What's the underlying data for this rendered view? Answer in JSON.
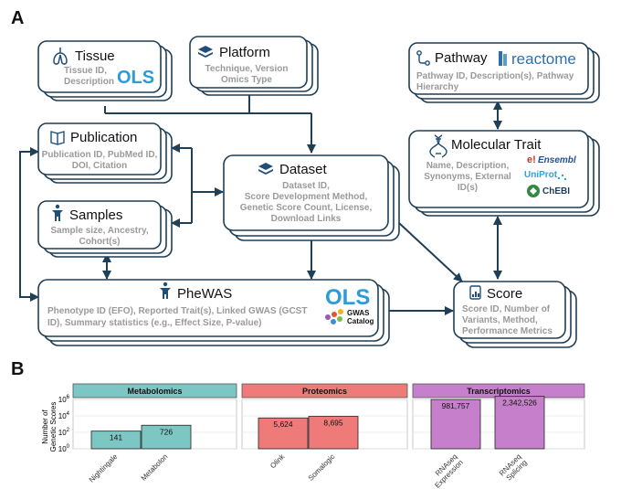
{
  "panels": {
    "a": "A",
    "b": "B"
  },
  "colors": {
    "card_border": "#1f3f57",
    "arrow": "#1f3f57",
    "icon": "#1f4e79",
    "desc_text": "#9a9a9a",
    "metabolomics": "#7cc6c3",
    "proteomics": "#ee7b79",
    "transcriptomics": "#c67fcb",
    "ols_blue": "#2d9bd8",
    "reactome": "#2f6fa7",
    "ensembl": "#1f4e9b",
    "uniprot": "#2ea3dc",
    "chebi_green": "#2e8a3e"
  },
  "cards": {
    "tissue": {
      "title": "Tissue",
      "desc": [
        "Tissue ID,",
        "Description"
      ],
      "icon": "lungs-icon",
      "logo": "OLS"
    },
    "platform": {
      "title": "Platform",
      "desc": [
        "Technique, Version",
        "Omics Type"
      ],
      "icon": "layers-icon"
    },
    "pathway": {
      "title": "Pathway",
      "desc": [
        "Pathway ID, Description(s), Pathway",
        "Hierarchy"
      ],
      "icon": "pathway-icon",
      "logo": "reactome"
    },
    "publication": {
      "title": "Publication",
      "desc": [
        "Publication ID, PubMed ID,",
        "DOI, Citation"
      ],
      "icon": "book-icon"
    },
    "dataset": {
      "title": "Dataset",
      "desc": [
        "Dataset ID,",
        "Score Development Method,",
        "Genetic Score Count, License,",
        "Download Links"
      ],
      "icon": "layers-icon"
    },
    "molecular_trait": {
      "title": "Molecular Trait",
      "desc": [
        "Name, Description,",
        "Synonyms,  External",
        "ID(s)"
      ],
      "icon": "dna-icon",
      "logos": [
        "Ensembl",
        "UniProt",
        "ChEBI"
      ]
    },
    "samples": {
      "title": "Samples",
      "desc": [
        "Sample size, Ancestry,",
        "Cohort(s)"
      ],
      "icon": "person-icon"
    },
    "phewas": {
      "title": "PheWAS",
      "desc": [
        "Phenotype ID (EFO),  Reported Trait(s), Linked GWAS (GCST",
        "ID), Summary statistics (e.g., Effect Size, P-value)"
      ],
      "icon": "person-icon",
      "logos": [
        "OLS",
        "GWAS",
        "Catalog"
      ]
    },
    "score": {
      "title": "Score",
      "desc": [
        "Score ID, Number of",
        "Variants, Method,",
        "Performance Metrics"
      ],
      "icon": "chart-doc-icon"
    }
  },
  "chart_data": {
    "type": "bar",
    "ylabel": "Number of Genetic Scores",
    "yscale": "log",
    "ylim": [
      1,
      1000000
    ],
    "yticks": [
      "10^0",
      "10^2",
      "10^4",
      "10^6"
    ],
    "groups": [
      {
        "name": "Metabolomics",
        "color": "#7cc6c3",
        "categories": [
          "Nightingale",
          "Metabolon"
        ],
        "values": [
          141,
          726
        ],
        "labels": [
          "141",
          "726"
        ]
      },
      {
        "name": "Proteomics",
        "color": "#ee7b79",
        "categories": [
          "Olink",
          "Somalogic"
        ],
        "values": [
          5624,
          8695
        ],
        "labels": [
          "5,624",
          "8,695"
        ]
      },
      {
        "name": "Transcriptomics",
        "color": "#c67fcb",
        "categories": [
          "RNAseq Expression",
          "RNAseq Splicing"
        ],
        "values": [
          981757,
          2342526
        ],
        "labels": [
          "981,757",
          "2,342,526"
        ]
      }
    ]
  }
}
